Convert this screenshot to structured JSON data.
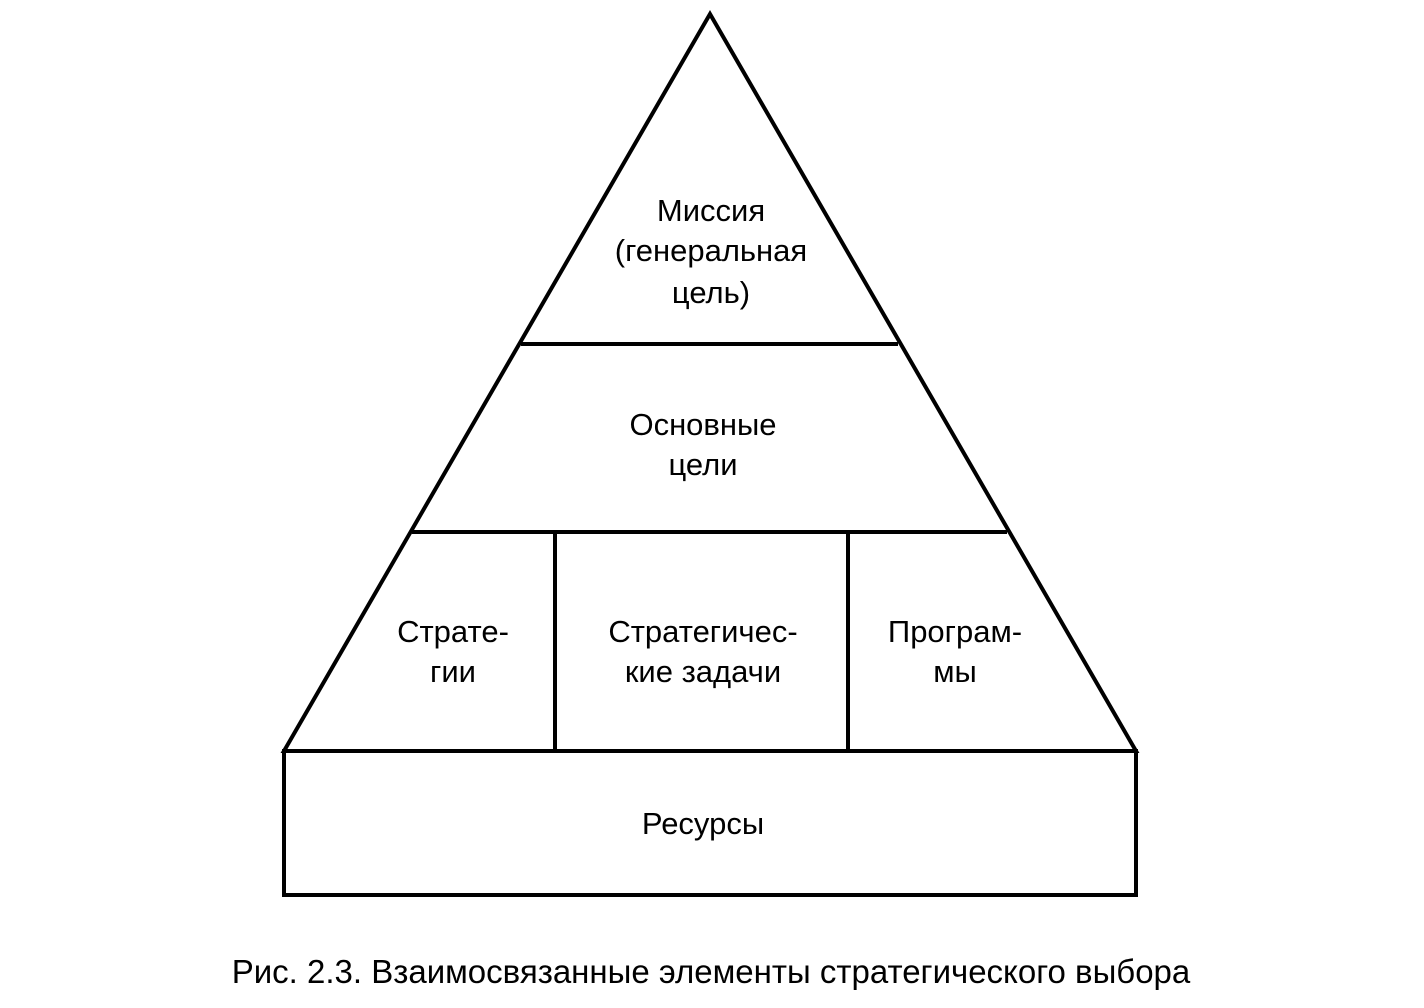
{
  "pyramid": {
    "mission": {
      "lines": [
        "Миссия",
        "(генеральная",
        "цель)"
      ]
    },
    "main_goals": {
      "lines": [
        "Основные",
        "цели"
      ]
    },
    "strategies": {
      "lines": [
        "Страте-",
        "гии"
      ]
    },
    "strategic_tasks": {
      "lines": [
        "Стратегичес-",
        "кие задачи"
      ]
    },
    "programs": {
      "lines": [
        "Програм-",
        "мы"
      ]
    }
  },
  "base": {
    "resources": "Ресурсы"
  },
  "caption": "Рис. 2.3. Взаимосвязанные элементы стратегического выбора"
}
